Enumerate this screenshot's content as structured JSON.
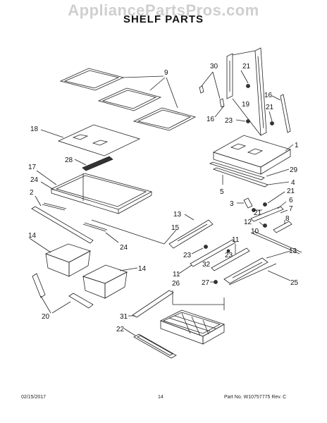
{
  "watermark": "AppliancePartsPros.com",
  "title": "SHELF PARTS",
  "callouts": {
    "c9": "9",
    "c30": "30",
    "c21a": "21",
    "c18": "18",
    "c16a": "16",
    "c19": "19",
    "c16b": "16",
    "c21b": "21",
    "c23a": "23",
    "c1": "1",
    "c28": "28",
    "c17": "17",
    "c29": "29",
    "c24a": "24",
    "c4": "4",
    "c2": "2",
    "c5": "5",
    "c21c": "21",
    "c3": "3",
    "c6": "6",
    "c21d": "21",
    "c7": "7",
    "c13a": "13",
    "c15": "15",
    "c8": "8",
    "c12": "12",
    "c14a": "14",
    "c10": "10",
    "c23b": "23",
    "c11a": "11",
    "c24b": "24",
    "c13b": "13",
    "c14b": "14",
    "c23c": "23",
    "c32": "32",
    "c11b": "11",
    "c27": "27",
    "c25": "25",
    "c26": "26",
    "c20": "20",
    "c31": "31",
    "c22": "22"
  },
  "footer": {
    "date": "02/15/2017",
    "page": "14",
    "part": "Part No.  W10757775  Rev. C"
  }
}
